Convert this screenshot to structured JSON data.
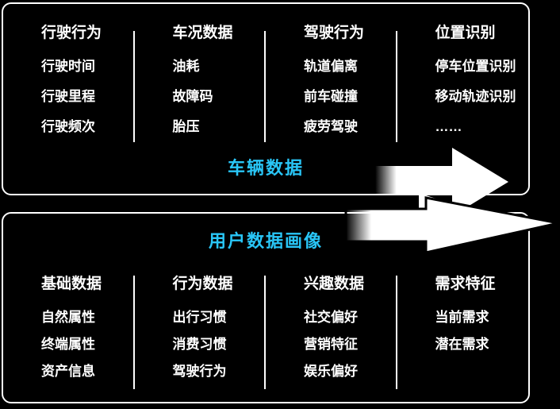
{
  "colors": {
    "background": "#000000",
    "text": "#FFFFFF",
    "panel_border": "#FFFFFF",
    "accent": "#29C6F7",
    "arrow": "#FFFFFF"
  },
  "vehicle_panel": {
    "title": "车辆数据",
    "columns": [
      {
        "header": "行驶行为",
        "items": [
          "行驶时间",
          "行驶里程",
          "行驶频次"
        ]
      },
      {
        "header": "车况数据",
        "items": [
          "油耗",
          "故障码",
          "胎压"
        ]
      },
      {
        "header": "驾驶行为",
        "items": [
          "轨道偏离",
          "前车碰撞",
          "疲劳驾驶"
        ]
      },
      {
        "header": "位置识别",
        "items": [
          "停车位置识别",
          "移动轨迹识别",
          "……"
        ]
      }
    ]
  },
  "user_panel": {
    "title": "用户数据画像",
    "columns": [
      {
        "header": "基础数据",
        "items": [
          "自然属性",
          "终端属性",
          "资产信息"
        ]
      },
      {
        "header": "行为数据",
        "items": [
          "出行习惯",
          "消费习惯",
          "驾驶行为"
        ]
      },
      {
        "header": "兴趣数据",
        "items": [
          "社交偏好",
          "营销特征",
          "娱乐偏好"
        ]
      },
      {
        "header": "需求特征",
        "items": [
          "当前需求",
          "潜在需求"
        ]
      }
    ]
  },
  "arrows": {
    "count": 3,
    "direction": "right",
    "color": "#FFFFFF"
  }
}
